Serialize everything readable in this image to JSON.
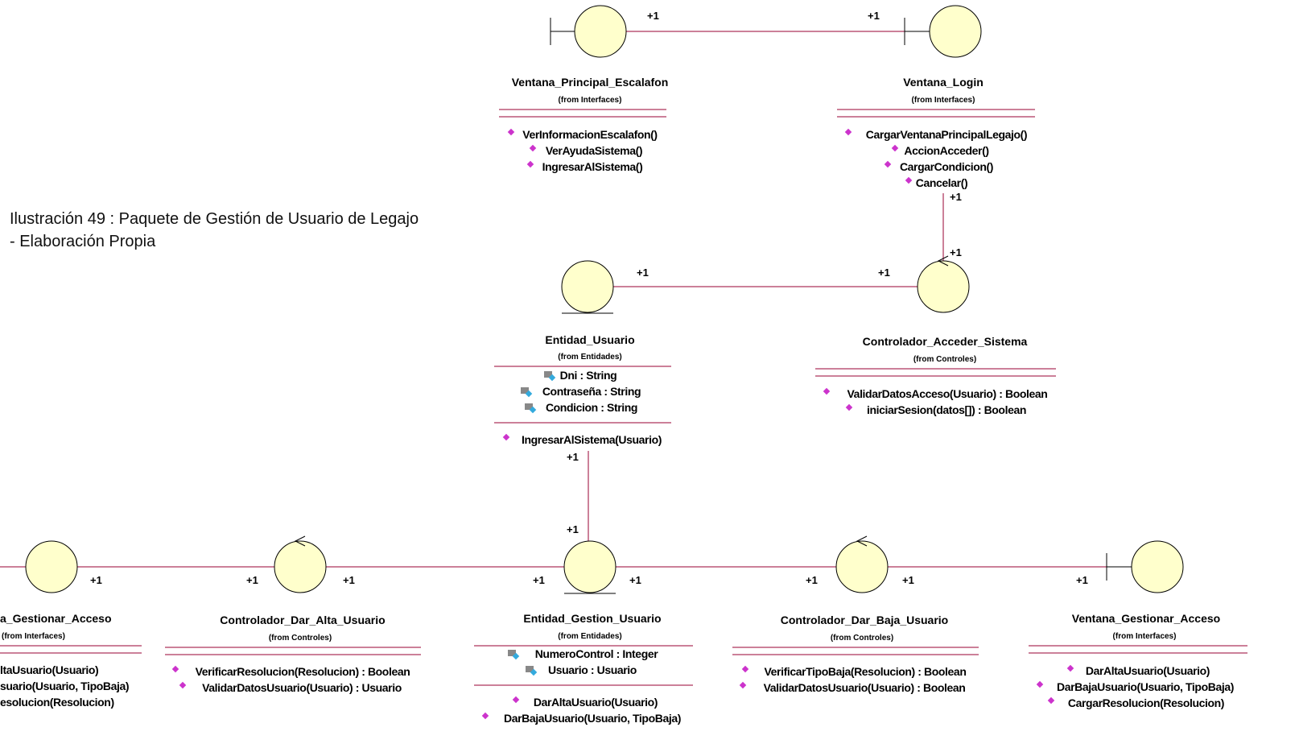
{
  "caption": {
    "line1": "Ilustración 49 : Paquete de Gestión de Usuario de Legajo",
    "line2": "- Elaboración Propia"
  },
  "classes": [
    {
      "kind": "boundary",
      "name": "Ventana_Principal_Escalafon",
      "from": "(from Interfaces)",
      "attributes": [],
      "operations": [
        "VerInformacionEscalafon()",
        "VerAyudaSistema()",
        "IngresarAlSistema()"
      ]
    },
    {
      "kind": "boundary",
      "name": "Ventana_Login",
      "from": "(from Interfaces)",
      "attributes": [],
      "operations": [
        "CargarVentanaPrincipalLegajo()",
        "AccionAcceder()",
        "CargarCondicion()",
        "Cancelar()"
      ]
    },
    {
      "kind": "entity",
      "name": "Entidad_Usuario",
      "from": "(from Entidades)",
      "attributes": [
        "Dni : String",
        "Contraseña : String",
        "Condicion : String"
      ],
      "operations": [
        "IngresarAlSistema(Usuario)"
      ]
    },
    {
      "kind": "control",
      "name": "Controlador_Acceder_Sistema",
      "from": "(from Controles)",
      "attributes": [],
      "operations": [
        "ValidarDatosAcceso(Usuario) : Boolean",
        "iniciarSesion(datos[]) : Boolean"
      ]
    },
    {
      "kind": "boundary",
      "name": "Ventana_Gestionar_Acceso",
      "from": "(from Interfaces)",
      "visible_name": "a_Gestionar_Acceso",
      "attributes": [],
      "operations": [
        "ltaUsuario(Usuario)",
        "suario(Usuario, TipoBaja)",
        "esolucion(Resolucion)"
      ]
    },
    {
      "kind": "control",
      "name": "Controlador_Dar_Alta_Usuario",
      "from": "(from Controles)",
      "attributes": [],
      "operations": [
        "VerificarResolucion(Resolucion) : Boolean",
        "ValidarDatosUsuario(Usuario) : Usuario"
      ]
    },
    {
      "kind": "entity",
      "name": "Entidad_Gestion_Usuario",
      "from": "(from Entidades)",
      "attributes": [
        "NumeroControl : Integer",
        "Usuario : Usuario"
      ],
      "operations": [
        "DarAltaUsuario(Usuario)",
        "DarBajaUsuario(Usuario, TipoBaja)"
      ]
    },
    {
      "kind": "control",
      "name": "Controlador_Dar_Baja_Usuario",
      "from": "(from Controles)",
      "attributes": [],
      "operations": [
        "VerificarTipoBaja(Resolucion) : Boolean",
        "ValidarDatosUsuario(Usuario) : Boolean"
      ]
    },
    {
      "kind": "boundary",
      "name": "Ventana_Gestionar_Acceso",
      "from": "(from Interfaces)",
      "attributes": [],
      "operations": [
        "DarAltaUsuario(Usuario)",
        "DarBajaUsuario(Usuario, TipoBaja)",
        "CargarResolucion(Resolucion)"
      ]
    }
  ],
  "multiplicity": "+1"
}
